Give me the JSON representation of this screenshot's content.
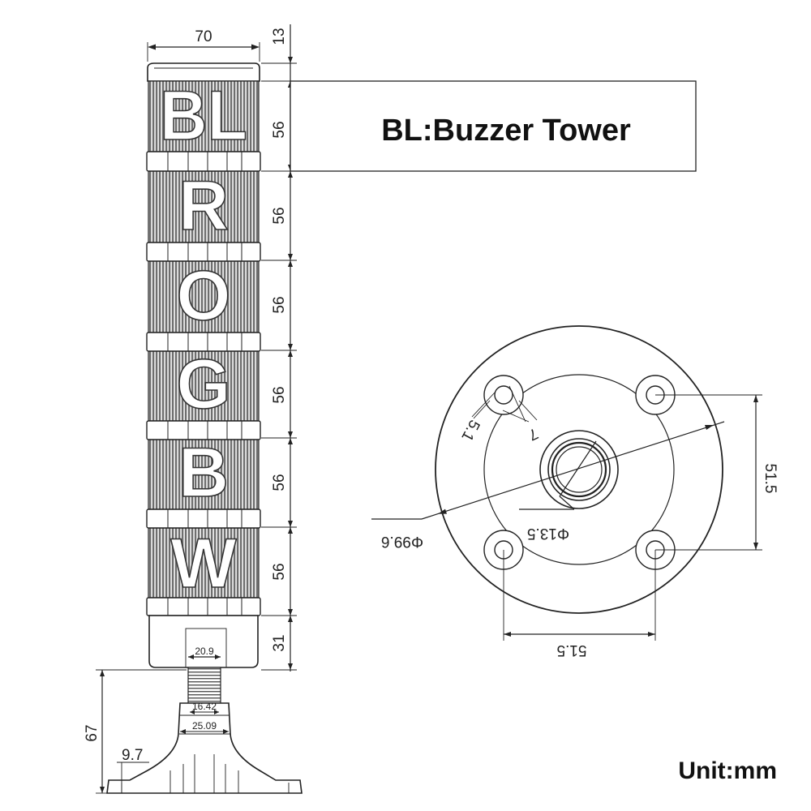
{
  "tower": {
    "letters": [
      "BL",
      "R",
      "O",
      "G",
      "B",
      "W"
    ],
    "width_label": "70",
    "cap_height_label": "13",
    "module_height_labels": [
      "56",
      "56",
      "56",
      "56",
      "56",
      "56"
    ],
    "base_height_label": "31",
    "stem_width_label": "20.9",
    "thread_label": "16.42",
    "neck_label": "25.09",
    "mount_height_label": "67",
    "foot_label": "9.7"
  },
  "caption": {
    "text": "BL:Buzzer Tower"
  },
  "plate": {
    "outer_diameter_label": "Φ99.6",
    "center_hole_label": "Φ13.5",
    "hole_spacing_vertical_label": "51.5",
    "hole_spacing_horizontal_label": "51.5",
    "slot_width_label": "5.1",
    "slot_length_label": "7"
  },
  "unit": {
    "text": "Unit:mm"
  },
  "colors": {
    "line": "#222222",
    "fin_fill": "#7d7d7d",
    "background": "#ffffff"
  }
}
